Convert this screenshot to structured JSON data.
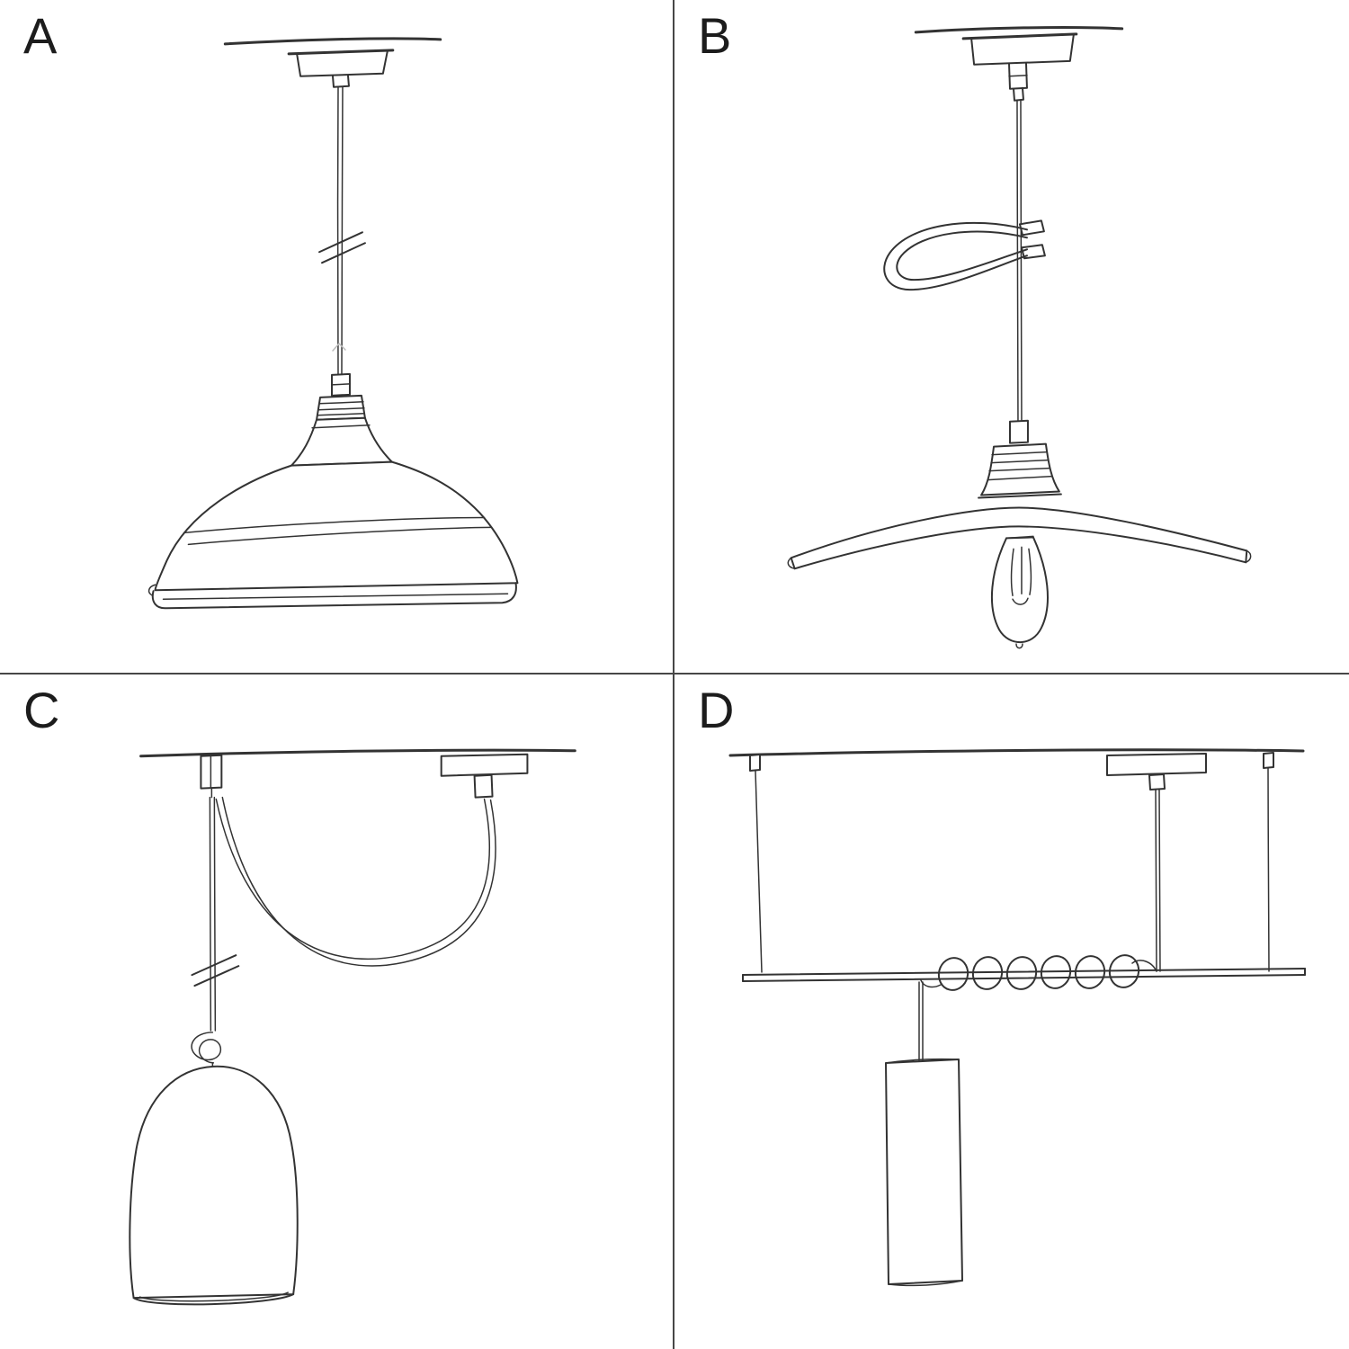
{
  "page": {
    "background_color": "#ffffff",
    "divider_color": "#474747",
    "ink_color": "#333333"
  },
  "panels": [
    {
      "label": "A",
      "drawing": "pendant-with-industrial-bowl-shade-sketch"
    },
    {
      "label": "B",
      "drawing": "pendant-with-flat-plate-shade-and-bulb-sketch"
    },
    {
      "label": "C",
      "drawing": "swag-pendant-with-bell-shade-sketch"
    },
    {
      "label": "D",
      "drawing": "bar-suspension-with-wrapped-cable-and-tube-pendant-sketch"
    }
  ]
}
